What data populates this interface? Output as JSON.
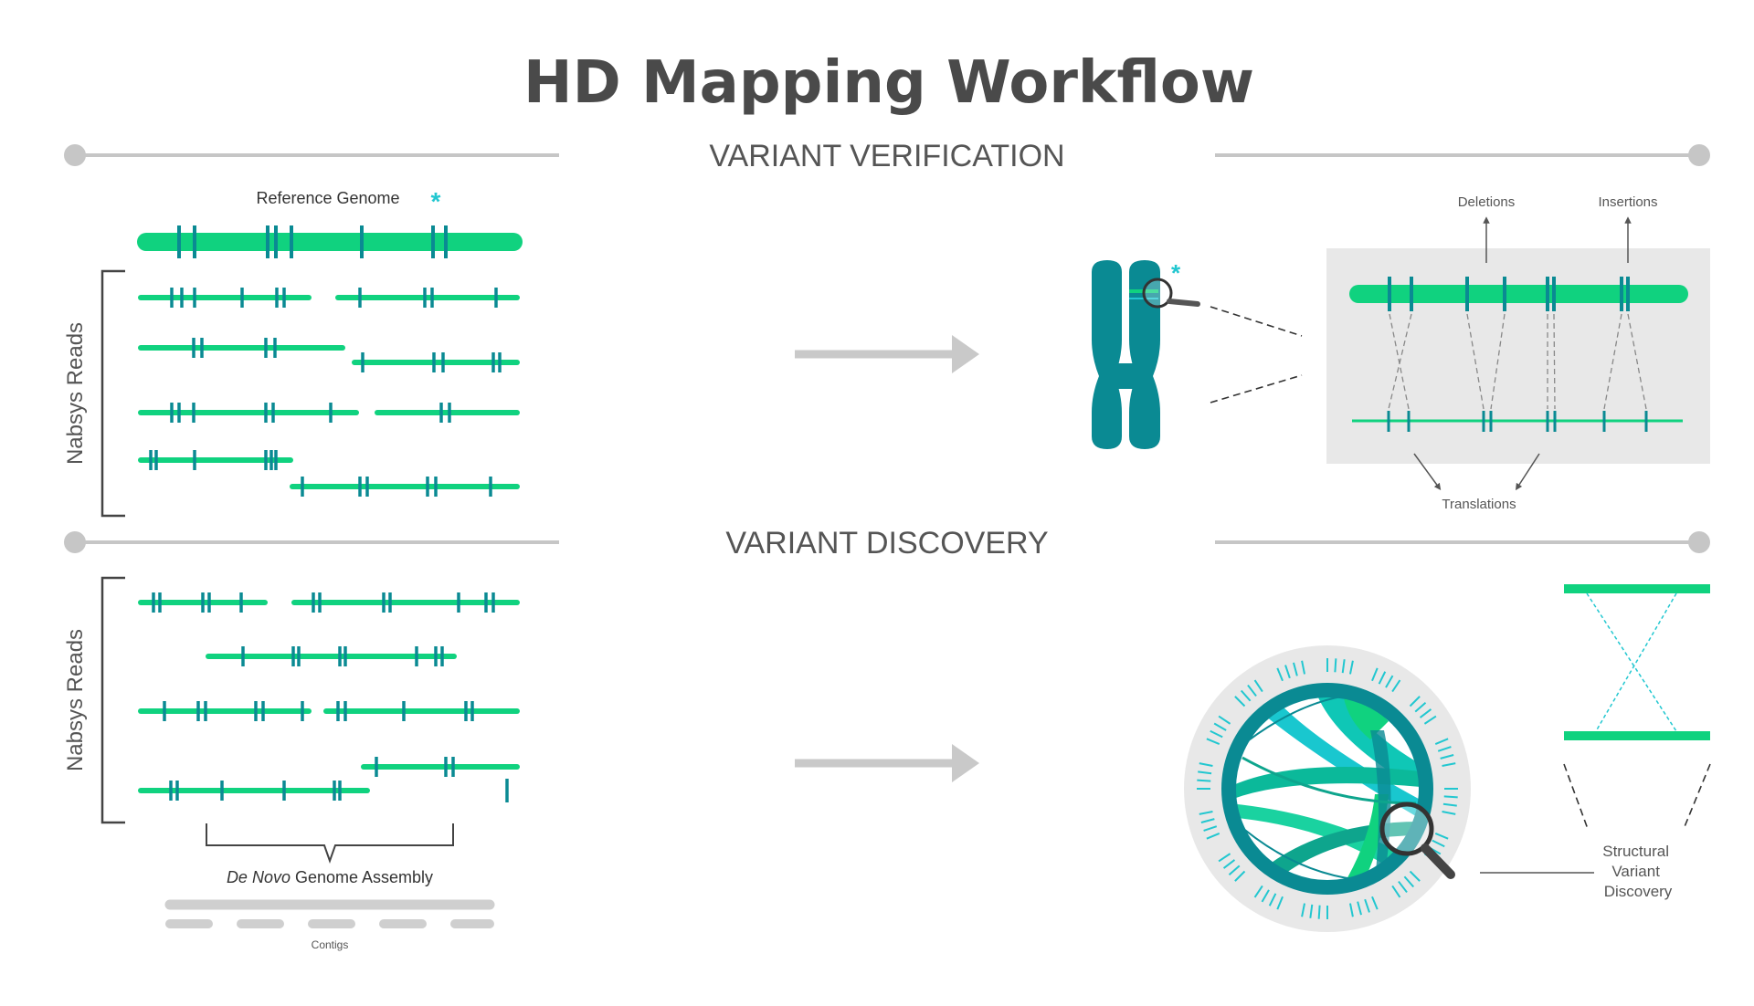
{
  "title": "HD Mapping Workflow",
  "sections": {
    "verification": "VARIANT VERIFICATION",
    "discovery": "VARIANT DISCOVERY"
  },
  "labels": {
    "reference_genome": "Reference Genome",
    "asterisk": "*",
    "nabsys_reads_top": "Nabsys Reads",
    "nabsys_reads_bottom": "Nabsys Reads",
    "deletions": "Deletions",
    "insertions": "Insertions",
    "translations": "Translations",
    "de_novo": "De Novo",
    "genome_assembly": " Genome Assembly",
    "contigs": "Contigs",
    "structural_line1": "Structural",
    "structural_line2": "Variant",
    "structural_line3": "Discovery"
  },
  "colors": {
    "green": "#10d27f",
    "teal": "#0a8a93",
    "cyan": "#22c7d0",
    "gray_line": "#c6c6c6",
    "gray_panel": "#e8e8e8",
    "text": "#4a4a4a"
  }
}
